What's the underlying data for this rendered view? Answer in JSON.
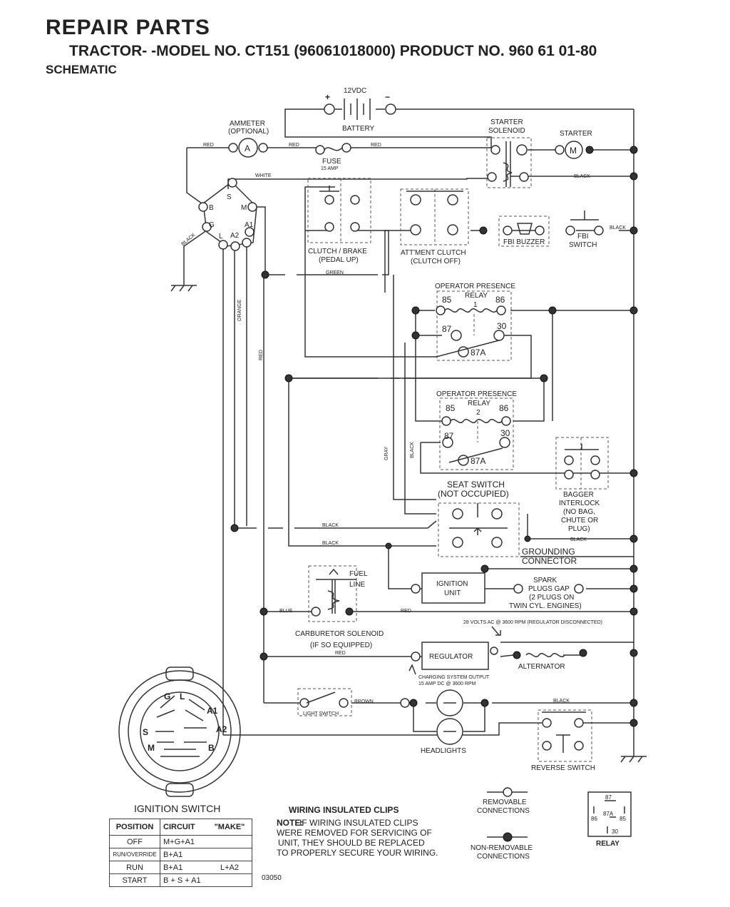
{
  "header": {
    "title": "REPAIR PARTS",
    "model_line": "TRACTOR- -MODEL NO. CT151 (96061018000) PRODUCT NO. 960 61 01-80",
    "section": "SCHEMATIC"
  },
  "components": {
    "battery": {
      "voltage": "12VDC",
      "plus": "+",
      "minus": "−",
      "label": "BATTERY"
    },
    "ammeter": {
      "label": "AMMETER",
      "note": "(OPTIONAL)",
      "symbol": "A"
    },
    "fuse": {
      "label": "FUSE",
      "rating": "15 AMP"
    },
    "starter_solenoid": {
      "line1": "STARTER",
      "line2": "SOLENOID"
    },
    "starter": {
      "label": "STARTER",
      "symbol": "M"
    },
    "ignition_terminals": {
      "S": "S",
      "B": "B",
      "M": "M",
      "G": "G",
      "L": "L",
      "A1": "A1",
      "A2": "A2"
    },
    "clutch_brake": {
      "line1": "CLUTCH / BRAKE",
      "line2": "(PEDAL UP)"
    },
    "attment_clutch": {
      "line1": "ATT'MENT CLUTCH",
      "line2": "(CLUTCH OFF)"
    },
    "fbi_buzzer": {
      "label": "FBI BUZZER"
    },
    "fbi_switch": {
      "line1": "FBI",
      "line2": "SWITCH"
    },
    "relay1": {
      "line1": "OPERATOR PRESENCE",
      "line2": "RELAY",
      "index": "1",
      "t85": "85",
      "t86": "86",
      "t87": "87",
      "t30": "30",
      "t87a": "87A"
    },
    "relay2": {
      "line1": "OPERATOR PRESENCE",
      "line2": "RELAY",
      "index": "2",
      "t85": "85",
      "t86": "86",
      "t87": "87",
      "t30": "30",
      "t87a": "87A"
    },
    "seat_switch": {
      "line1": "SEAT SWITCH",
      "line2": "(NOT OCCUPIED)"
    },
    "bagger_interlock": {
      "line1": "BAGGER",
      "line2": "INTERLOCK",
      "line3": "(NO BAG,",
      "line4": "CHUTE OR",
      "line5": "PLUG)"
    },
    "grounding_connector": {
      "line1": "GROUNDING",
      "line2": "CONNECTOR"
    },
    "fuel_line": {
      "line1": "FUEL",
      "line2": "LINE"
    },
    "ignition_unit": {
      "line1": "IGNITION",
      "line2": "UNIT"
    },
    "spark_plugs": {
      "line1": "SPARK",
      "line2": "PLUGS GAP",
      "line3": "(2 PLUGS ON",
      "line4": "TWIN CYL. ENGINES)"
    },
    "carburetor_solenoid": {
      "line1": "CARBURETOR SOLENOID",
      "line2": "(IF SO EQUIPPED)"
    },
    "regulator": {
      "label": "REGULATOR",
      "ac_note": "28 VOLTS AC @ 3600 RPM (REGULATOR DISCONNECTED)",
      "out_line1": "CHARGING SYSTEM OUTPUT",
      "out_line2": "15 AMP DC @ 3600 RPM"
    },
    "alternator": {
      "label": "ALTERNATOR"
    },
    "light_switch": {
      "label": "LIGHT SWITCH"
    },
    "headlights": {
      "label": "HEADLIGHTS"
    },
    "reverse_switch": {
      "label": "REVERSE SWITCH"
    }
  },
  "wires": {
    "red": "RED",
    "white": "WHITE",
    "black": "BLACK",
    "green": "GREEN",
    "orange": "ORANGE",
    "gray": "GRAY",
    "blue": "BLUE",
    "brown": "BROWN"
  },
  "ignition_switch": {
    "title": "IGNITION SWITCH",
    "face_letters": {
      "G": "G",
      "L": "L",
      "A1": "A1",
      "A2": "A2",
      "S": "S",
      "M": "M",
      "B": "B"
    },
    "columns": [
      "POSITION",
      "CIRCUIT",
      "\"MAKE\""
    ],
    "rows": [
      {
        "position": "OFF",
        "circuit": "M+G+A1",
        "make": ""
      },
      {
        "position": "RUN/OVERRIDE",
        "circuit": "B+A1",
        "make": ""
      },
      {
        "position": "RUN",
        "circuit": "B+A1",
        "make": "L+A2"
      },
      {
        "position": "START",
        "circuit": "B + S + A1",
        "make": ""
      }
    ]
  },
  "legend": {
    "clips_title": "WIRING INSULATED CLIPS",
    "note_label": "NOTE:",
    "note_lines": [
      "IF WIRING INSULATED CLIPS",
      "WERE REMOVED FOR SERVICING OF",
      "UNIT, THEY SHOULD BE REPLACED",
      "TO PROPERLY SECURE YOUR WIRING."
    ],
    "removable_line1": "REMOVABLE",
    "removable_line2": "CONNECTIONS",
    "nonremovable_line1": "NON-REMOVABLE",
    "nonremovable_line2": "CONNECTIONS",
    "relay_label": "RELAY",
    "relay_pins": {
      "p87": "87",
      "p87a": "87A",
      "p86": "86",
      "p85": "85",
      "p30": "30"
    },
    "drawing_number": "03050"
  }
}
